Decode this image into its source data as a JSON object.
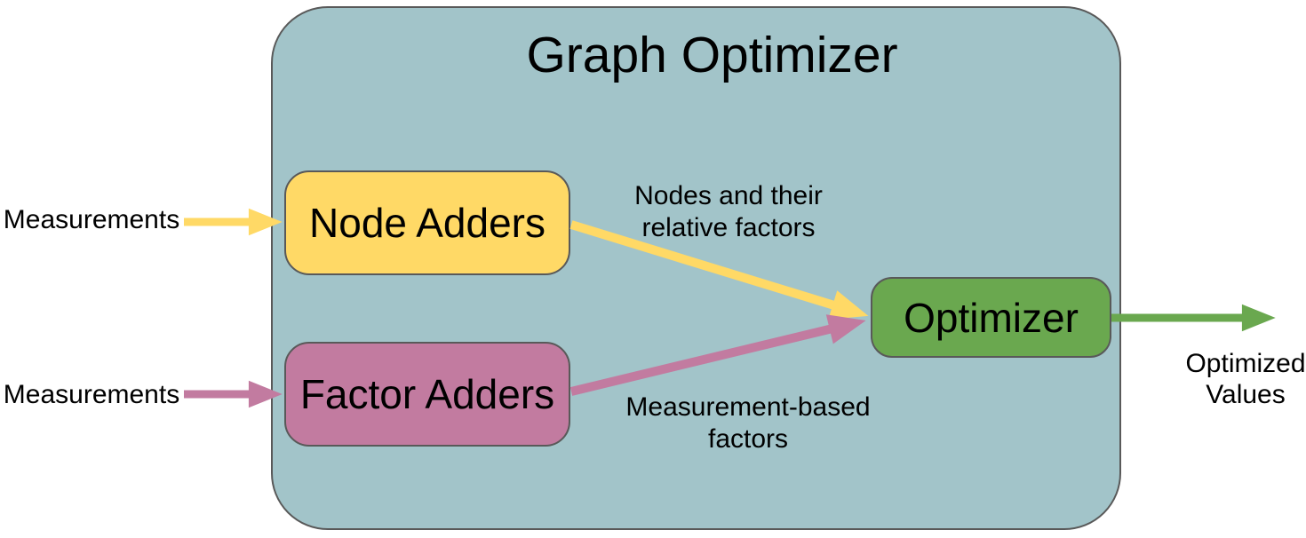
{
  "colors": {
    "background": "#ffffff",
    "container": "#a2c4c9",
    "border": "#595959",
    "yellow": "#ffd966",
    "pink": "#c27ba0",
    "green": "#6aa84f",
    "text": "#000000"
  },
  "diagram": {
    "title": "Graph Optimizer",
    "inputs": {
      "top": "Measurements",
      "bottom": "Measurements"
    },
    "nodes": {
      "node_adders": "Node Adders",
      "factor_adders": "Factor Adders",
      "optimizer": "Optimizer"
    },
    "edge_labels": {
      "nodes_edge": [
        "Nodes and their",
        "relative factors"
      ],
      "factors_edge": [
        "Measurement-based",
        "factors"
      ]
    },
    "output": [
      "Optimized",
      "Values"
    ]
  }
}
